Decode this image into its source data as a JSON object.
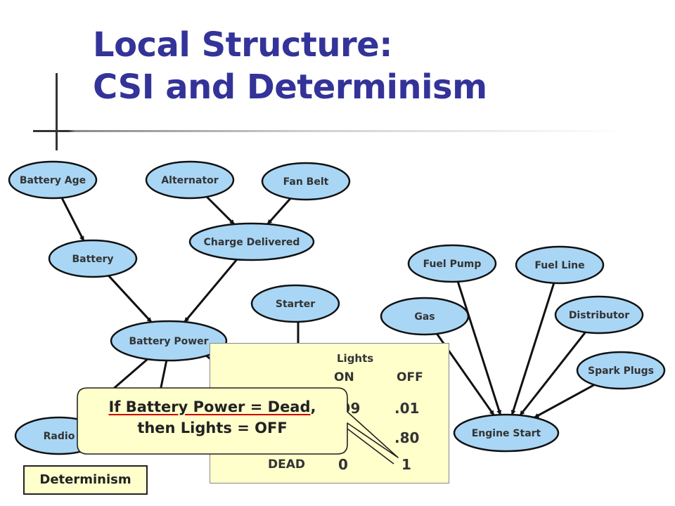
{
  "slide": {
    "title_line1": "Local Structure:",
    "title_line2": "CSI and Determinism",
    "tag": "Determinism"
  },
  "nodes": [
    {
      "id": "battery_age",
      "label": "Battery Age"
    },
    {
      "id": "alternator",
      "label": "Alternator"
    },
    {
      "id": "fan_belt",
      "label": "Fan Belt"
    },
    {
      "id": "charge_delivered",
      "label": "Charge Delivered"
    },
    {
      "id": "battery",
      "label": "Battery"
    },
    {
      "id": "fuel_pump",
      "label": "Fuel Pump"
    },
    {
      "id": "fuel_line",
      "label": "Fuel Line"
    },
    {
      "id": "starter",
      "label": "Starter"
    },
    {
      "id": "gas",
      "label": "Gas"
    },
    {
      "id": "distributor",
      "label": "Distributor"
    },
    {
      "id": "battery_power",
      "label": "Battery Power"
    },
    {
      "id": "spark_plugs",
      "label": "Spark Plugs"
    },
    {
      "id": "radio",
      "label": "Radio"
    },
    {
      "id": "engine_start",
      "label": "Engine Start"
    }
  ],
  "edges": [
    [
      "battery_age",
      "battery"
    ],
    [
      "alternator",
      "charge_delivered"
    ],
    [
      "fan_belt",
      "charge_delivered"
    ],
    [
      "battery",
      "battery_power"
    ],
    [
      "charge_delivered",
      "battery_power"
    ],
    [
      "battery_power",
      "radio"
    ],
    [
      "gas",
      "engine_start"
    ],
    [
      "fuel_pump",
      "engine_start"
    ],
    [
      "fuel_line",
      "engine_start"
    ],
    [
      "distributor",
      "engine_start"
    ],
    [
      "spark_plugs",
      "engine_start"
    ]
  ],
  "cpt": {
    "variable": "Lights",
    "col_on": "ON",
    "col_off": "OFF",
    "rows": [
      {
        "label": "",
        "on": ".99",
        "off": ".01"
      },
      {
        "label": "",
        "on": "",
        "off": ".80"
      },
      {
        "label": "DEAD",
        "on": "0",
        "off": "1"
      }
    ]
  },
  "callout": {
    "line1_prefix": "If Battery Power = Dead",
    "line1_suffix": ",",
    "line2": "then Lights = OFF"
  }
}
